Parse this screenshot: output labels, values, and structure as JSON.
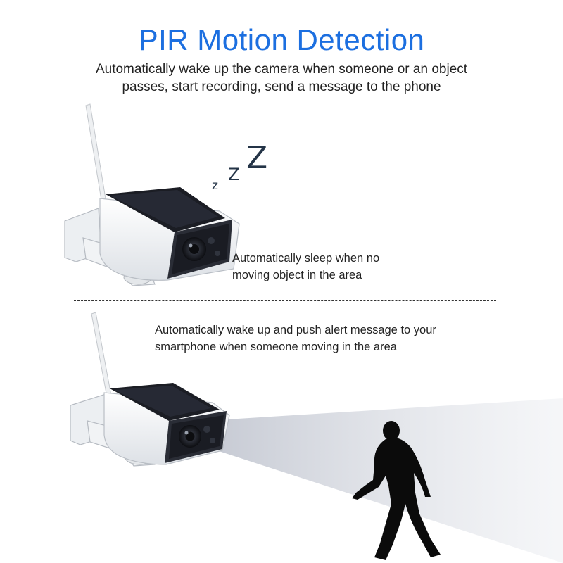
{
  "header": {
    "title": "PIR Motion Detection",
    "subtitle_line1": "Automatically wake up the camera when someone or an object",
    "subtitle_line2": "passes, start recording, send a message to the phone"
  },
  "sleep_panel": {
    "zzz": [
      "z",
      "Z",
      "Z"
    ],
    "caption_line1": "Automatically sleep when no",
    "caption_line2": "moving object in the area"
  },
  "wake_panel": {
    "caption_line1": "Automatically wake up and push alert message to your",
    "caption_line2": "smartphone when someone moving in the area"
  },
  "colors": {
    "title_blue": "#1c6fe0",
    "text": "#222222",
    "zzz": "#243447",
    "camera_body": "#f4f6f8",
    "solar_panel": "#1b1d24",
    "silhouette": "#0b0b0b"
  }
}
